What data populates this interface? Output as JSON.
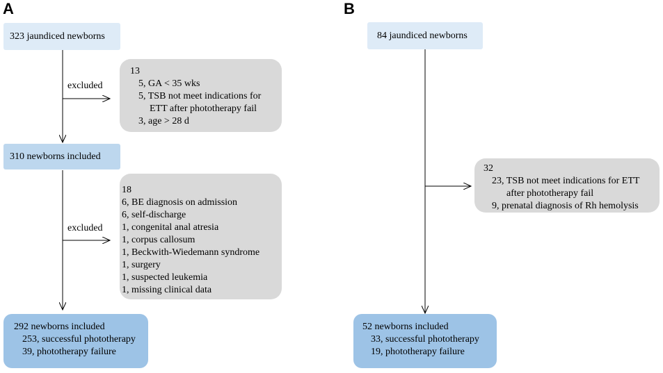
{
  "panel_a": {
    "label": "A",
    "start_box": "323 jaundiced newborns",
    "excluded_label_1": "excluded",
    "exclusion_1": {
      "total": "13",
      "items": [
        "5, GA < 35 wks",
        "5, TSB not meet indications for",
        "ETT after phototherapy fail",
        "3, age > 28 d"
      ]
    },
    "mid_box": "310 newborns included",
    "excluded_label_2": "excluded",
    "exclusion_2": {
      "total": "18",
      "items": [
        "6, BE diagnosis on admission",
        "6, self-discharge",
        "1, congenital anal atresia",
        "1, corpus callosum",
        "1, Beckwith-Wiedemann syndrome",
        "1, surgery",
        "1, suspected leukemia",
        "1, missing clinical data"
      ]
    },
    "final_box": {
      "title": "292 newborns included",
      "items": [
        "253, successful phototherapy",
        "39, phototherapy failure"
      ]
    }
  },
  "panel_b": {
    "label": "B",
    "start_box": "84 jaundiced newborns",
    "exclusion": {
      "total": "32",
      "items": [
        "23, TSB not meet indications for ETT",
        "after phototherapy fail",
        "9, prenatal diagnosis of Rh hemolysis"
      ]
    },
    "final_box": {
      "title": "52 newborns included",
      "items": [
        "33, successful phototherapy",
        "19, phototherapy failure"
      ]
    }
  },
  "colors": {
    "box_light": "#deebf7",
    "box_mid": "#bdd7ee",
    "box_dark": "#9dc3e6",
    "box_gray": "#d9d9d9",
    "arrow": "#000000"
  }
}
